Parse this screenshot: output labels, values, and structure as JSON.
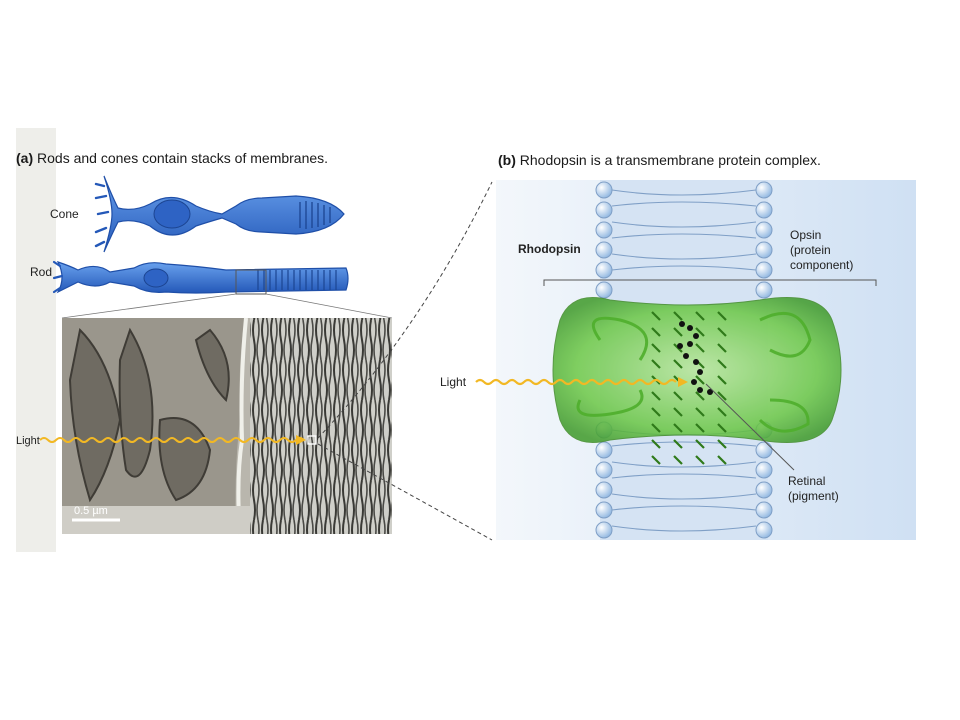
{
  "panel_a": {
    "letter": "(a)",
    "title": "Rods and cones contain stacks of membranes.",
    "cone_label": "Cone",
    "rod_label": "Rod",
    "light_label": "Light",
    "scale_bar_label": "0.5 µm"
  },
  "panel_b": {
    "letter": "(b)",
    "title": "Rhodopsin is a transmembrane protein complex.",
    "rhodopsin_label": "Rhodopsin",
    "opsin_label_1": "Opsin",
    "opsin_label_2": "(protein",
    "opsin_label_3": "component)",
    "light_label": "Light",
    "retinal_label_1": "Retinal",
    "retinal_label_2": "(pigment)"
  },
  "colors": {
    "cell_blue": "#3a78d8",
    "cell_blue_dark": "#1f4fa8",
    "light_wave": "#f2b824",
    "opsin_green": "#5fbf3a",
    "membrane_blue": "#bcd4ef",
    "background_blue": "#dfeaf6"
  }
}
